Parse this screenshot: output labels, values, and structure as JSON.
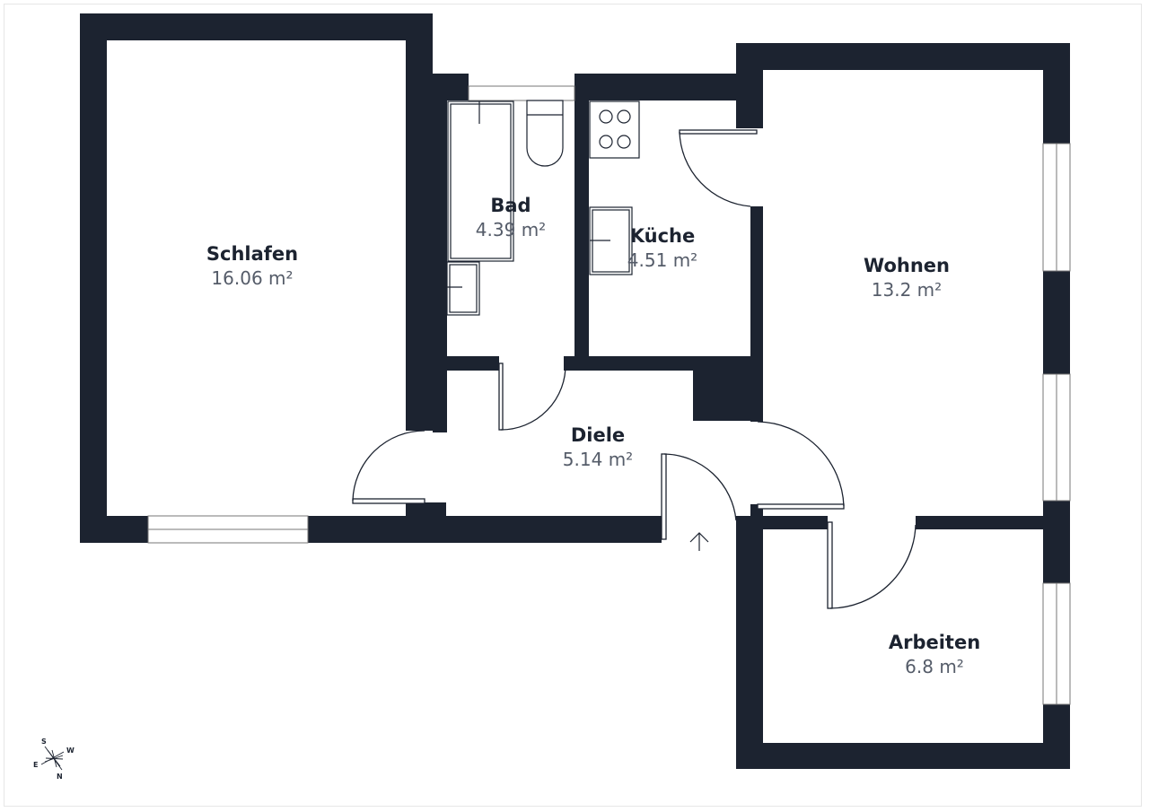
{
  "plan": {
    "wall_color": "#1c2330",
    "background_color": "#ffffff",
    "label_color": "#1c2330",
    "area_color": "#555c69"
  },
  "rooms": [
    {
      "name": "Schlafen",
      "area": "16.06 m²"
    },
    {
      "name": "Bad",
      "area": "4.39 m²"
    },
    {
      "name": "Küche",
      "area": "4.51 m²"
    },
    {
      "name": "Wohnen",
      "area": "13.2 m²"
    },
    {
      "name": "Diele",
      "area": "5.14 m²"
    },
    {
      "name": "Arbeiten",
      "area": "6.8 m²"
    }
  ],
  "entrance": {
    "icon": "arrow-up-icon"
  },
  "compass": {
    "n": "N",
    "s": "S",
    "e": "E",
    "w": "W"
  }
}
